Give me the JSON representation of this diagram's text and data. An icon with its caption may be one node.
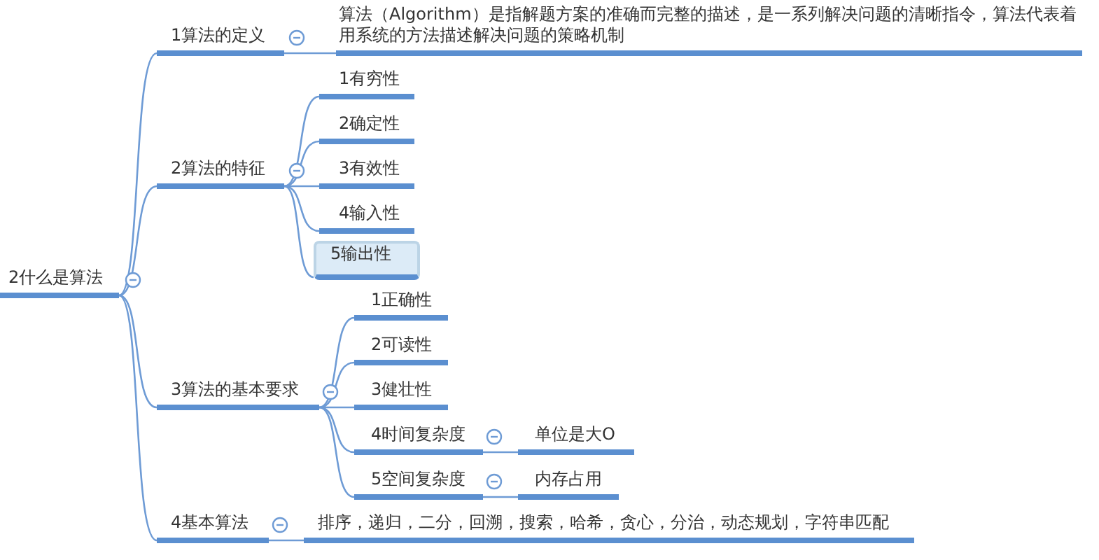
{
  "diagram": {
    "nodes": [
      {
        "text": [
          "2什么是算法"
        ]
      },
      {
        "text": [
          "1算法的定义"
        ]
      },
      {
        "text": [
          "算法（Algorithm）是指解题方案的准确而完整的描述，是一系列解决问题的清晰指令，算法代表着用系统的方法描述解决问题的策略机制"
        ]
      },
      {
        "text": [
          "2算法的特征"
        ]
      },
      {
        "text": [
          "1有穷性"
        ]
      },
      {
        "text": [
          "2确定性"
        ]
      },
      {
        "text": [
          "3有效性"
        ]
      },
      {
        "text": [
          "4输入性"
        ]
      },
      {
        "text": [
          "5输出性"
        ]
      },
      {
        "text": [
          "3算法的基本要求"
        ]
      },
      {
        "text": [
          "1正确性"
        ]
      },
      {
        "text": [
          "2可读性"
        ]
      },
      {
        "text": [
          "3健壮性"
        ]
      },
      {
        "text": [
          "4时间复杂度"
        ]
      },
      {
        "text": [
          "5空间复杂度"
        ]
      },
      {
        "text": [
          "单位是大O"
        ]
      },
      {
        "text": [
          "内存占用"
        ]
      },
      {
        "text": [
          "4基本算法"
        ]
      },
      {
        "text": [
          "排序，递归，二分，回溯，搜索，哈希，贪心，分治，动态规划，字符串匹配"
        ]
      }
    ],
    "edges": [
      {
        "from": 0,
        "to": 1,
        "arrow": "none"
      },
      {
        "from": 1,
        "to": 2,
        "arrow": "none"
      },
      {
        "from": 0,
        "to": 3,
        "arrow": "none"
      },
      {
        "from": 3,
        "to": 4,
        "arrow": "none"
      },
      {
        "from": 3,
        "to": 5,
        "arrow": "none"
      },
      {
        "from": 3,
        "to": 6,
        "arrow": "none"
      },
      {
        "from": 3,
        "to": 7,
        "arrow": "none"
      },
      {
        "from": 3,
        "to": 8,
        "arrow": "none"
      },
      {
        "from": 0,
        "to": 9,
        "arrow": "none"
      },
      {
        "from": 9,
        "to": 10,
        "arrow": "none"
      },
      {
        "from": 9,
        "to": 11,
        "arrow": "none"
      },
      {
        "from": 9,
        "to": 12,
        "arrow": "none"
      },
      {
        "from": 9,
        "to": 13,
        "arrow": "none"
      },
      {
        "from": 9,
        "to": 14,
        "arrow": "none"
      },
      {
        "from": 13,
        "to": 15,
        "arrow": "none"
      },
      {
        "from": 14,
        "to": 16,
        "arrow": "none"
      },
      {
        "from": 0,
        "to": 17,
        "arrow": "none"
      },
      {
        "from": 17,
        "to": 18,
        "arrow": "none"
      }
    ]
  }
}
